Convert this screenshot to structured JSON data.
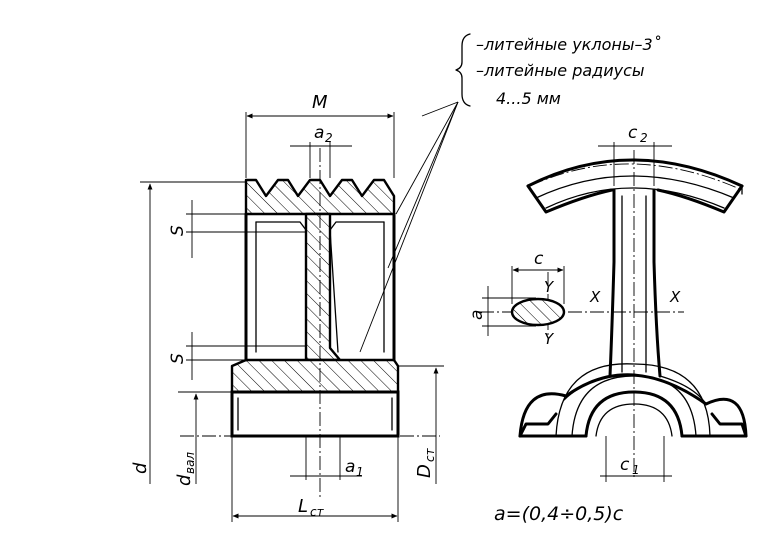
{
  "notes": {
    "line1": "–литейные уклоны–3˚",
    "line2": "–литейные радиусы",
    "line3": "4...5 мм"
  },
  "labels": {
    "M": "M",
    "a2": "a",
    "a2_sub": "2",
    "S_top": "S",
    "S_bottom": "S",
    "d": "d",
    "d_val": "d",
    "d_val_sub": "вал",
    "a1": "a",
    "a1_sub": "1",
    "D_st": "D",
    "D_st_sub": "ст",
    "L_st": "L",
    "L_st_sub": "ст",
    "c2": "c",
    "c2_sub": "2",
    "c": "c",
    "a": "a",
    "Y_top": "Y",
    "Y_bottom": "Y",
    "X_left": "X",
    "X_right": "X",
    "c1": "c",
    "c1_sub": "1"
  },
  "formula": "a=(0,4÷0,5)c"
}
